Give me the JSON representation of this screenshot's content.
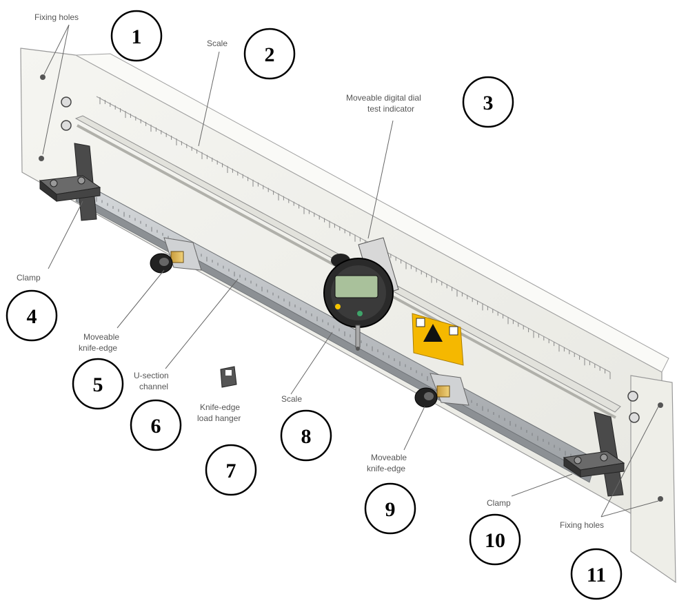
{
  "labels": {
    "fixing_holes_top": "Fixing holes",
    "scale_top": "Scale",
    "indicator_line1": "Moveable digital dial",
    "indicator_line2": "test indicator",
    "clamp_left": "Clamp",
    "knife_left_line1": "Moveable",
    "knife_left_line2": "knife-edge",
    "channel_line1": "U-section",
    "channel_line2": "channel",
    "hanger_line1": "Knife-edge",
    "hanger_line2": "load hanger",
    "scale_bottom": "Scale",
    "knife_right_line1": "Moveable",
    "knife_right_line2": "knife-edge",
    "clamp_right": "Clamp",
    "fixing_holes_bottom": "Fixing holes"
  },
  "callouts": [
    "1",
    "2",
    "3",
    "4",
    "5",
    "6",
    "7",
    "8",
    "9",
    "10",
    "11"
  ],
  "colors": {
    "panel": "#f1f1ec",
    "panel_edge": "#9a9a9a",
    "clamp": "#4a4a4a",
    "channel": "#b9bcc0",
    "warning": "#f5b800",
    "indicator_body": "#2a2a2a",
    "indicator_screen": "#a9c19b"
  }
}
